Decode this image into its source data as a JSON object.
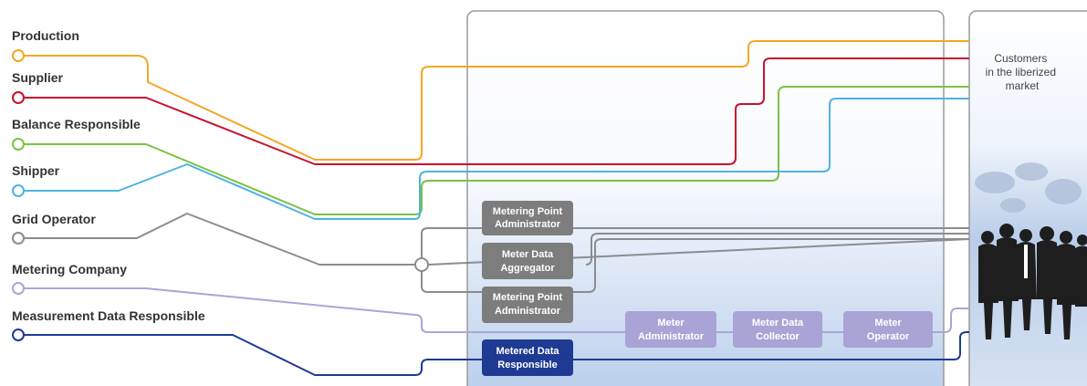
{
  "roles": [
    {
      "label": "Production",
      "color": "#f5a623"
    },
    {
      "label": "Supplier",
      "color": "#c8102e"
    },
    {
      "label": "Balance Responsible",
      "color": "#7ac143"
    },
    {
      "label": "Shipper",
      "color": "#4fb3e0"
    },
    {
      "label": "Grid Operator",
      "color": "#8c8c8c"
    },
    {
      "label": "Metering Company",
      "color": "#a9a6d6"
    },
    {
      "label": "Measurement Data Responsible",
      "color": "#1f3a93"
    }
  ],
  "boxes": {
    "metering_point_admin_1": [
      "Metering Point",
      "Administrator"
    ],
    "meter_data_aggregator": [
      "Meter Data",
      "Aggregator"
    ],
    "metering_point_admin_2": [
      "Metering Point",
      "Administrator"
    ],
    "metered_data_responsible": [
      "Metered Data",
      "Responsible"
    ],
    "meter_administrator": [
      "Meter",
      "Administrator"
    ],
    "meter_data_collector": [
      "Meter Data",
      "Collector"
    ],
    "meter_operator": [
      "Meter",
      "Operator"
    ]
  },
  "customers": [
    "Customers",
    "in the liberized",
    "market"
  ],
  "colors": {
    "box_gray": "#7d7d7d",
    "box_purple": "#aaa3d6",
    "box_navy": "#1f3a93",
    "panel_border": "#9a9a9a"
  }
}
